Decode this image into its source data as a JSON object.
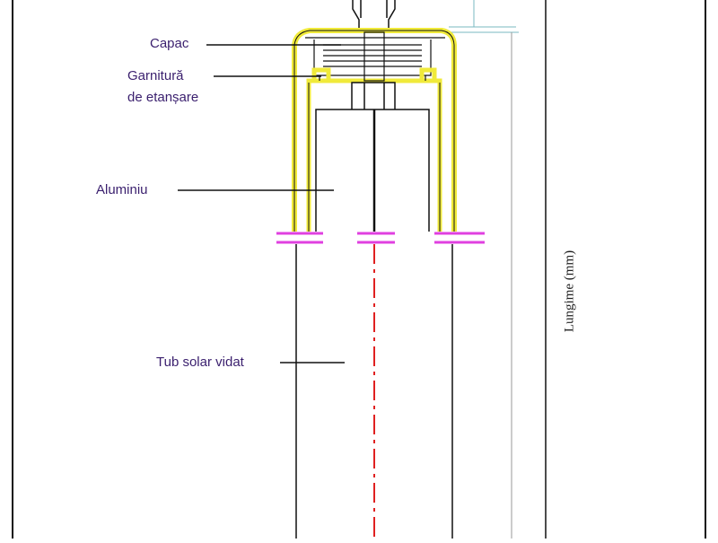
{
  "labels": {
    "capac": "Capac",
    "garnitura_line1": "Garnitură",
    "garnitura_line2": "de etanșare",
    "aluminiu": "Aluminiu",
    "tub": "Tub solar vidat",
    "lungime": "Lungime (mm)"
  },
  "colors": {
    "outline": "#111111",
    "yellow": "#f0ea3a",
    "magenta": "#e040e0",
    "red": "#e02020",
    "dimension": "#7ab8c0",
    "label_text": "#3a1f6e"
  }
}
